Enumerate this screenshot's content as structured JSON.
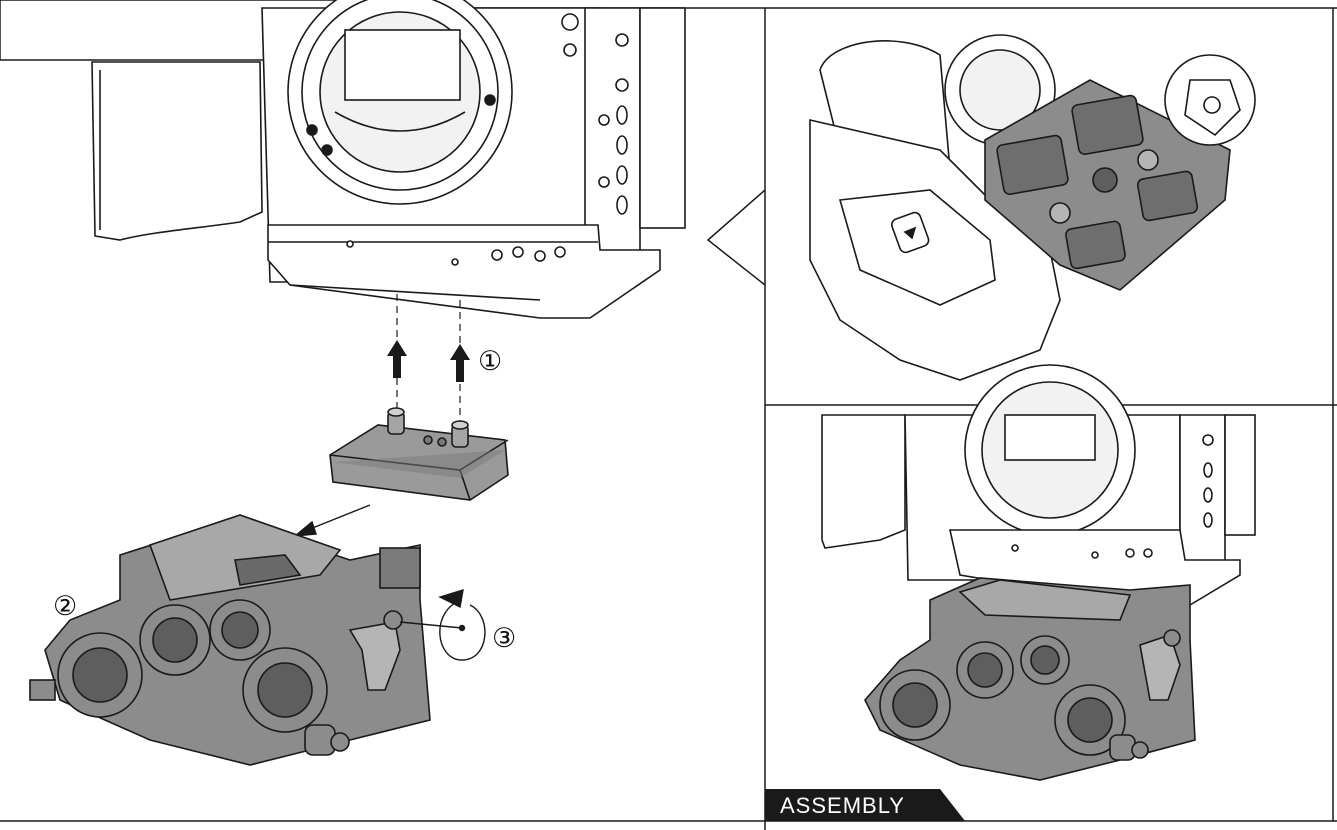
{
  "diagram": {
    "steps": [
      {
        "id": "step-1",
        "label": "①"
      },
      {
        "id": "step-2",
        "label": "②"
      },
      {
        "id": "step-3",
        "label": "③"
      }
    ],
    "badge": {
      "label": "ASSEMBLY"
    },
    "colors": {
      "line": "#1a1a1a",
      "part_gray": "#8c8c8c",
      "part_dark": "#5e5e5e",
      "part_light": "#b5b5b5",
      "badge_bg": "#1a1a1a"
    }
  }
}
